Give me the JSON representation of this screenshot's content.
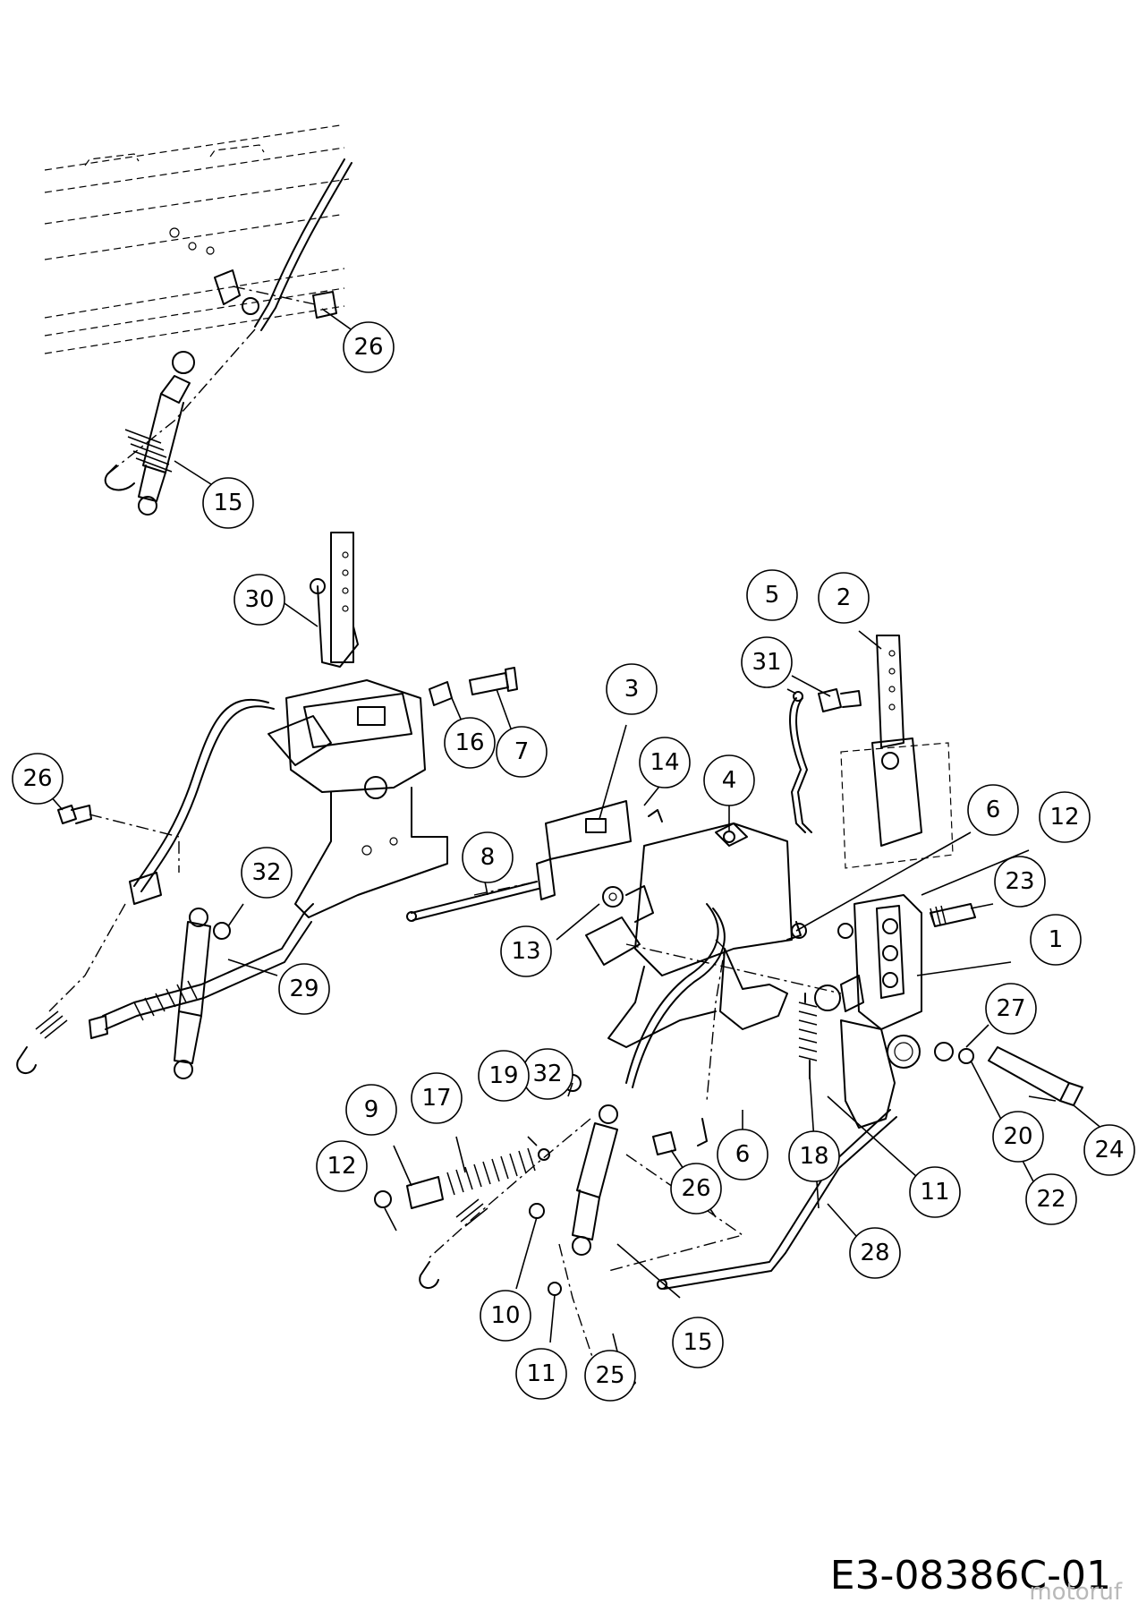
{
  "drawing_code": "E3-08386C-01",
  "watermark": "motoruf",
  "callouts": [
    {
      "id": "c26a",
      "label": "26"
    },
    {
      "id": "c15a",
      "label": "15"
    },
    {
      "id": "c30",
      "label": "30"
    },
    {
      "id": "c16",
      "label": "16"
    },
    {
      "id": "c7",
      "label": "7"
    },
    {
      "id": "c26b",
      "label": "26"
    },
    {
      "id": "c8",
      "label": "8"
    },
    {
      "id": "c32a",
      "label": "32"
    },
    {
      "id": "c29",
      "label": "29"
    },
    {
      "id": "c3",
      "label": "3"
    },
    {
      "id": "c14",
      "label": "14"
    },
    {
      "id": "c4",
      "label": "4"
    },
    {
      "id": "c13",
      "label": "13"
    },
    {
      "id": "c5",
      "label": "5"
    },
    {
      "id": "c2",
      "label": "2"
    },
    {
      "id": "c31",
      "label": "31"
    },
    {
      "id": "c6a",
      "label": "6"
    },
    {
      "id": "c12a",
      "label": "12"
    },
    {
      "id": "c23",
      "label": "23"
    },
    {
      "id": "c1",
      "label": "1"
    },
    {
      "id": "c27",
      "label": "27"
    },
    {
      "id": "c32b",
      "label": "32"
    },
    {
      "id": "c9",
      "label": "9"
    },
    {
      "id": "c17",
      "label": "17"
    },
    {
      "id": "c19",
      "label": "19"
    },
    {
      "id": "c12b",
      "label": "12"
    },
    {
      "id": "c26c",
      "label": "26"
    },
    {
      "id": "c6b",
      "label": "6"
    },
    {
      "id": "c18",
      "label": "18"
    },
    {
      "id": "c20",
      "label": "20"
    },
    {
      "id": "c24",
      "label": "24"
    },
    {
      "id": "c11a",
      "label": "11"
    },
    {
      "id": "c22",
      "label": "22"
    },
    {
      "id": "c10",
      "label": "10"
    },
    {
      "id": "c28",
      "label": "28"
    },
    {
      "id": "c11b",
      "label": "11"
    },
    {
      "id": "c25",
      "label": "25"
    },
    {
      "id": "c15b",
      "label": "15"
    }
  ]
}
